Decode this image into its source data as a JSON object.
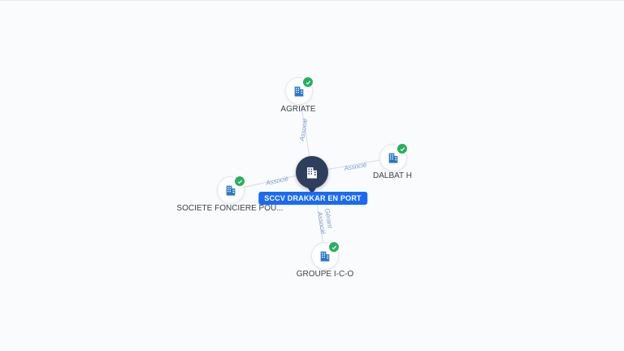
{
  "graph": {
    "center_node": {
      "label": "SCCV DRAKKAR EN PORT",
      "icon": "building-icon"
    },
    "nodes": [
      {
        "label": "AGRIATE",
        "icon": "building-icon",
        "badge": "verified-check-icon"
      },
      {
        "label": "DALBAT H",
        "icon": "building-icon",
        "badge": "verified-check-icon"
      },
      {
        "label": "SOCIETE FONCIERE POU...",
        "icon": "building-icon",
        "badge": "verified-check-icon"
      },
      {
        "label": "GROUPE I-C-O",
        "icon": "building-icon",
        "badge": "verified-check-icon"
      }
    ],
    "edges": [
      {
        "from": "SCCV DRAKKAR EN PORT",
        "to": "AGRIATE",
        "labels": [
          "Associé"
        ]
      },
      {
        "from": "SCCV DRAKKAR EN PORT",
        "to": "DALBAT H",
        "labels": [
          "Associé"
        ]
      },
      {
        "from": "SCCV DRAKKAR EN PORT",
        "to": "SOCIETE FONCIERE POU...",
        "labels": [
          "Associé"
        ]
      },
      {
        "from": "SCCV DRAKKAR EN PORT",
        "to": "GROUPE I-C-O",
        "labels": [
          "Gérant",
          "Associé"
        ]
      }
    ],
    "colors": {
      "background": "#fafbfc",
      "edge": "#d7dbe1",
      "edge_label": "#7d9bd2",
      "node_icon_blue": "#2878c8",
      "badge_green": "#27b15e",
      "pin_dark": "#2e3f5c",
      "center_label_bg": "#1a6af5",
      "center_label_text": "#ffffff",
      "node_label_text": "#3f4449"
    }
  }
}
